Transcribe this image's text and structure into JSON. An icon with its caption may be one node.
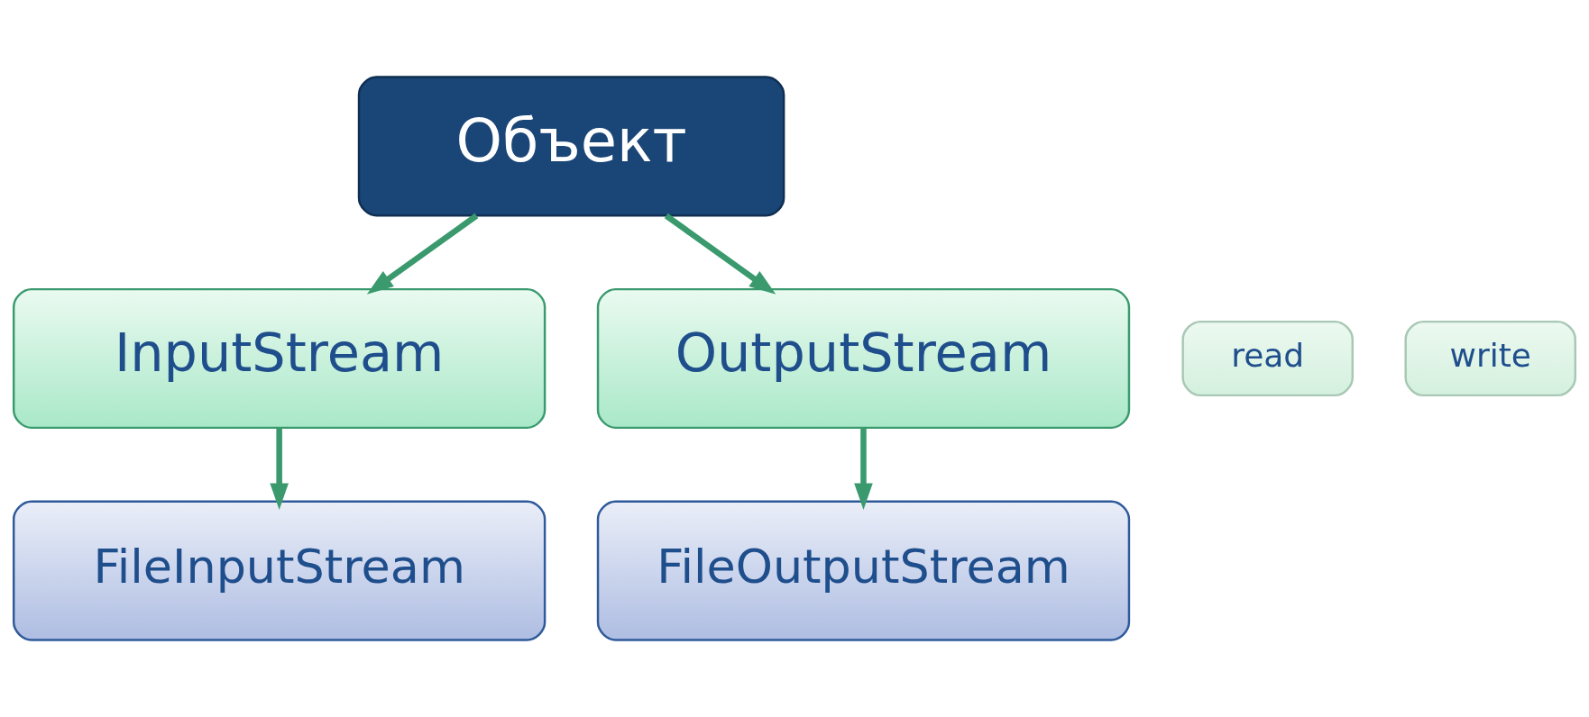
{
  "diagram": {
    "nodes": [
      {
        "text": [
          "Объект"
        ]
      },
      {
        "text": [
          "read"
        ]
      },
      {
        "text": [
          "InputStream"
        ]
      },
      {
        "text": [
          "OutputStream"
        ]
      },
      {
        "text": [
          "write"
        ]
      },
      {
        "text": [
          "FileInputStream"
        ]
      },
      {
        "text": [
          "FileOutputStream"
        ]
      }
    ],
    "edges": [
      {
        "from": 0,
        "to": 2,
        "arrow": "to"
      },
      {
        "from": 0,
        "to": 3,
        "arrow": "to"
      },
      {
        "from": 2,
        "to": 5,
        "arrow": "to"
      },
      {
        "from": 3,
        "to": 6,
        "arrow": "to"
      }
    ]
  }
}
